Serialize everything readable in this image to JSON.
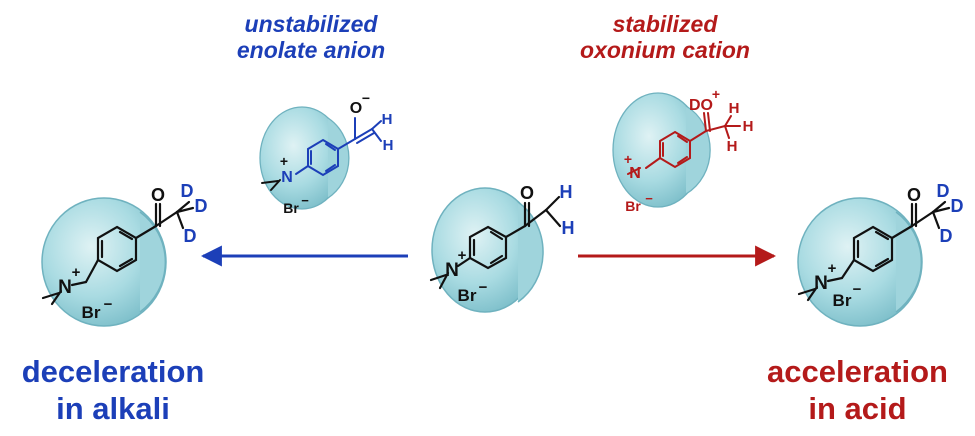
{
  "colors": {
    "blue": "#1c3fb8",
    "red": "#b41a1a",
    "black": "#111111",
    "shell_fill": "#a9dbe2",
    "shell_edge": "#6fb2bf"
  },
  "left_top_label": {
    "line1": "unstabilized",
    "line2": "enolate anion"
  },
  "right_top_label": {
    "line1": "stabilized",
    "line2": "oxonium cation"
  },
  "left_bottom_label": {
    "line1": "deceleration",
    "line2": "in alkali"
  },
  "right_bottom_label": {
    "line1": "acceleration",
    "line2": "in acid"
  },
  "center_molecule": {
    "oxygen": "O",
    "h1": "H",
    "h2": "H",
    "nitrogen": "N",
    "charge_plus": "+",
    "bromide": "Br",
    "charge_minus": "−"
  },
  "left_molecule": {
    "oxygen": "O",
    "d1": "D",
    "d2": "D",
    "d3": "D",
    "nitrogen": "N",
    "charge_plus": "+",
    "bromide": "Br",
    "charge_minus": "−"
  },
  "right_molecule": {
    "oxygen": "O",
    "d1": "D",
    "d2": "D",
    "d3": "D",
    "nitrogen": "N",
    "charge_plus": "+",
    "bromide": "Br",
    "charge_minus": "−"
  },
  "enolate_molecule": {
    "oxygen": "O",
    "oxygen_charge": "−",
    "h1": "H",
    "h2": "H",
    "nitrogen": "N",
    "charge_plus": "+",
    "bromide": "Br",
    "charge_minus": "−"
  },
  "oxonium_molecule": {
    "oxygen": "DO",
    "oxygen_charge": "+",
    "h1": "H",
    "h2": "H",
    "h3": "H",
    "nitrogen": "N",
    "charge_plus": "+",
    "bromide": "Br",
    "charge_minus": "−"
  }
}
